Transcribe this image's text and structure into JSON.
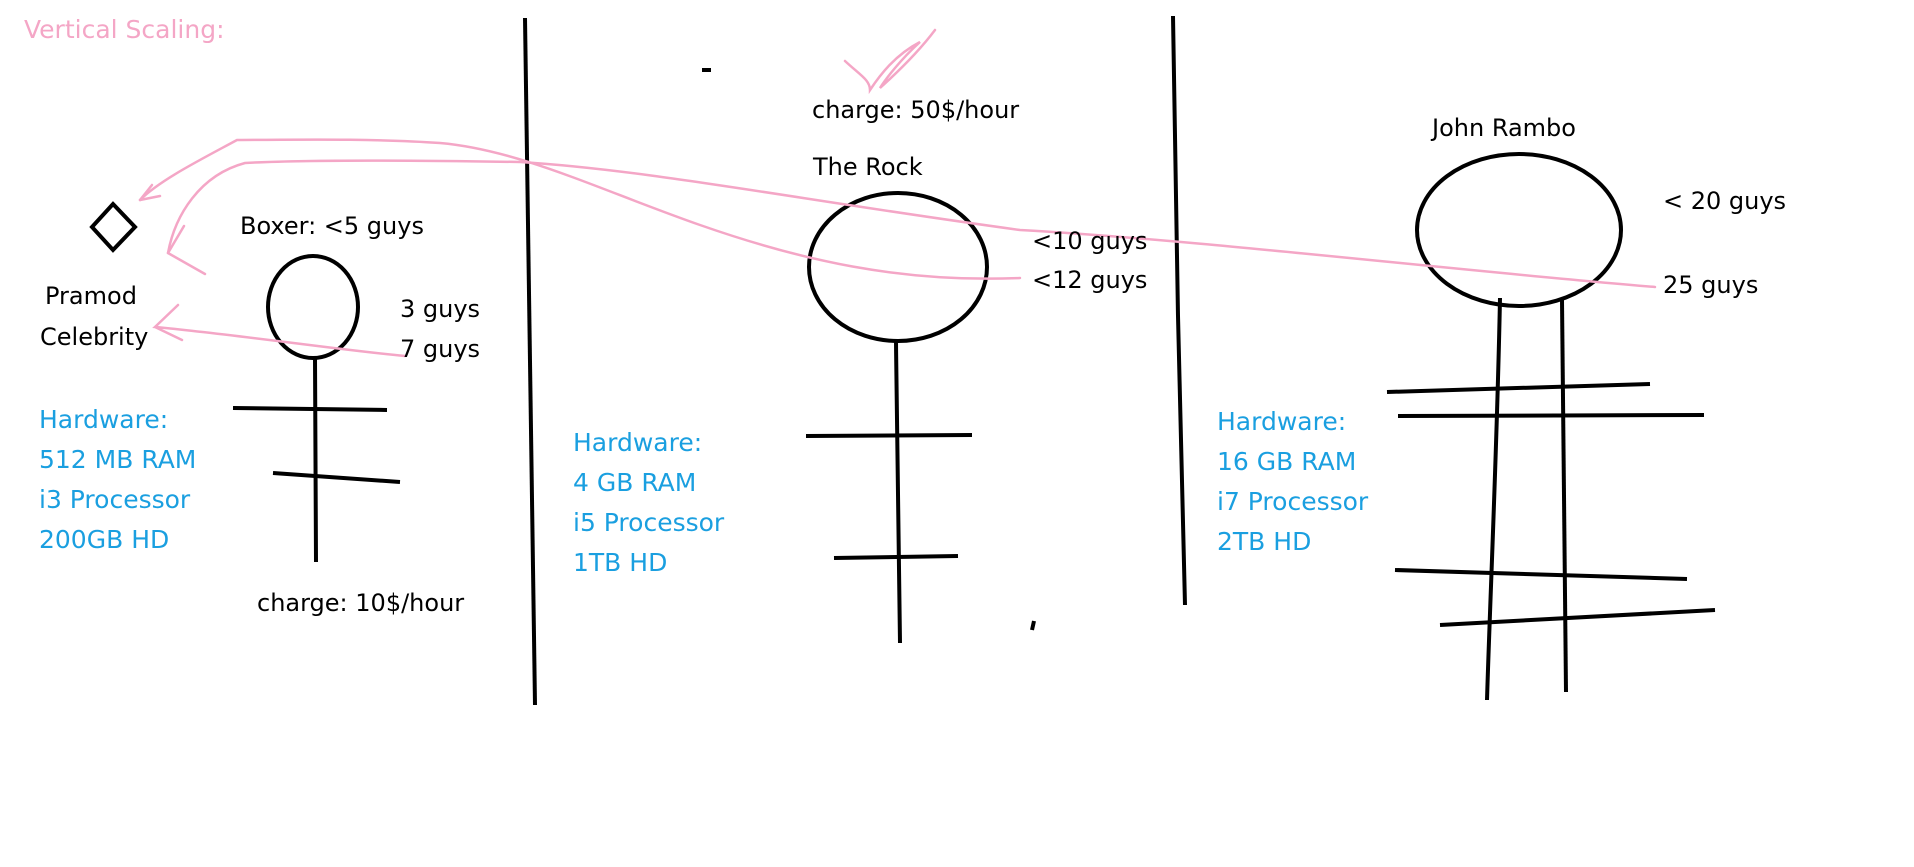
{
  "title": "Vertical Scaling:",
  "client": {
    "name": "Pramod",
    "role": "Celebrity"
  },
  "boxer": {
    "caption": "Boxer: <5 guys",
    "small_load": "3 guys",
    "large_load": "7 guys",
    "charge": "charge: 10$/hour",
    "hardware": {
      "heading": "Hardware:",
      "ram": "512 MB RAM",
      "processor": "i3 Processor",
      "disk": "200GB HD"
    }
  },
  "the_rock": {
    "name": "The Rock",
    "charge": "charge: 50$/hour",
    "capacity_1": "<10 guys",
    "capacity_2": "<12 guys",
    "hardware": {
      "heading": "Hardware:",
      "ram": "4 GB RAM",
      "processor": "i5 Processor",
      "disk": "1TB HD"
    }
  },
  "john_rambo": {
    "name": "John Rambo",
    "capacity_1": "< 20 guys",
    "capacity_2": "25 guys",
    "hardware": {
      "heading": "Hardware:",
      "ram": "16 GB RAM",
      "processor": "i7 Processor",
      "disk": "2TB HD"
    }
  },
  "colors": {
    "ink": "#000000",
    "annotation": "#f4a6c6",
    "hardware_text": "#1a9fe0",
    "background": "#ffffff"
  }
}
